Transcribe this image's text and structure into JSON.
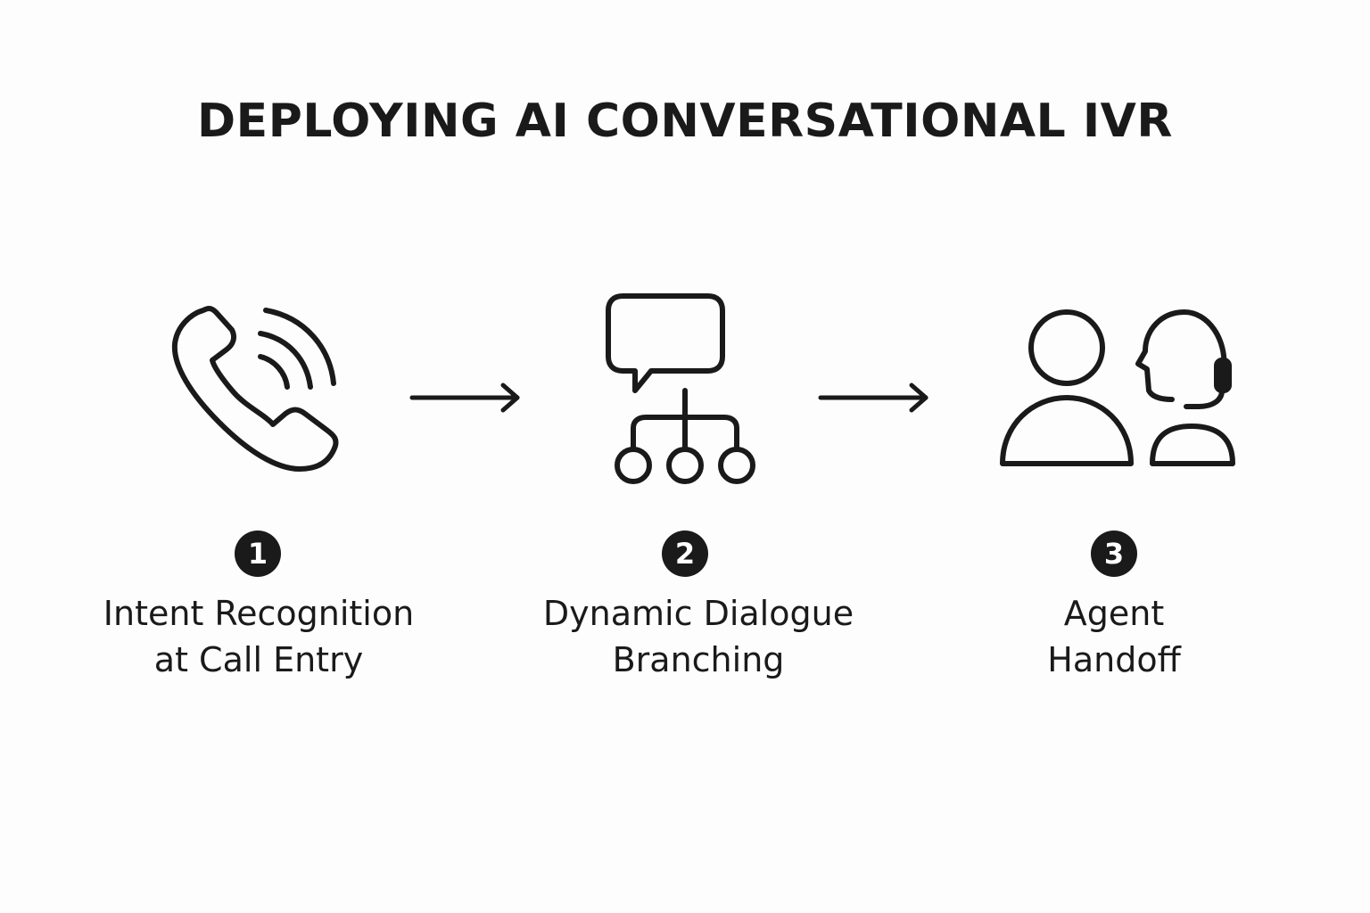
{
  "title": "DEPLOYING AI CONVERSATIONAL IVR",
  "colors": {
    "ink": "#1a1a1a",
    "background": "#fdfdfd",
    "badge_text": "#ffffff"
  },
  "steps": [
    {
      "number": "1",
      "icon": "phone-call-icon",
      "label_line1": "Intent Recognition",
      "label_line2": "at Call Entry"
    },
    {
      "number": "2",
      "icon": "chat-branching-icon",
      "label_line1": "Dynamic Dialogue",
      "label_line2": "Branching"
    },
    {
      "number": "3",
      "icon": "person-agent-headset-icon",
      "label_line1": "Agent",
      "label_line2": "Handoff"
    }
  ],
  "connectors": [
    "arrow-right-icon",
    "arrow-right-icon"
  ]
}
